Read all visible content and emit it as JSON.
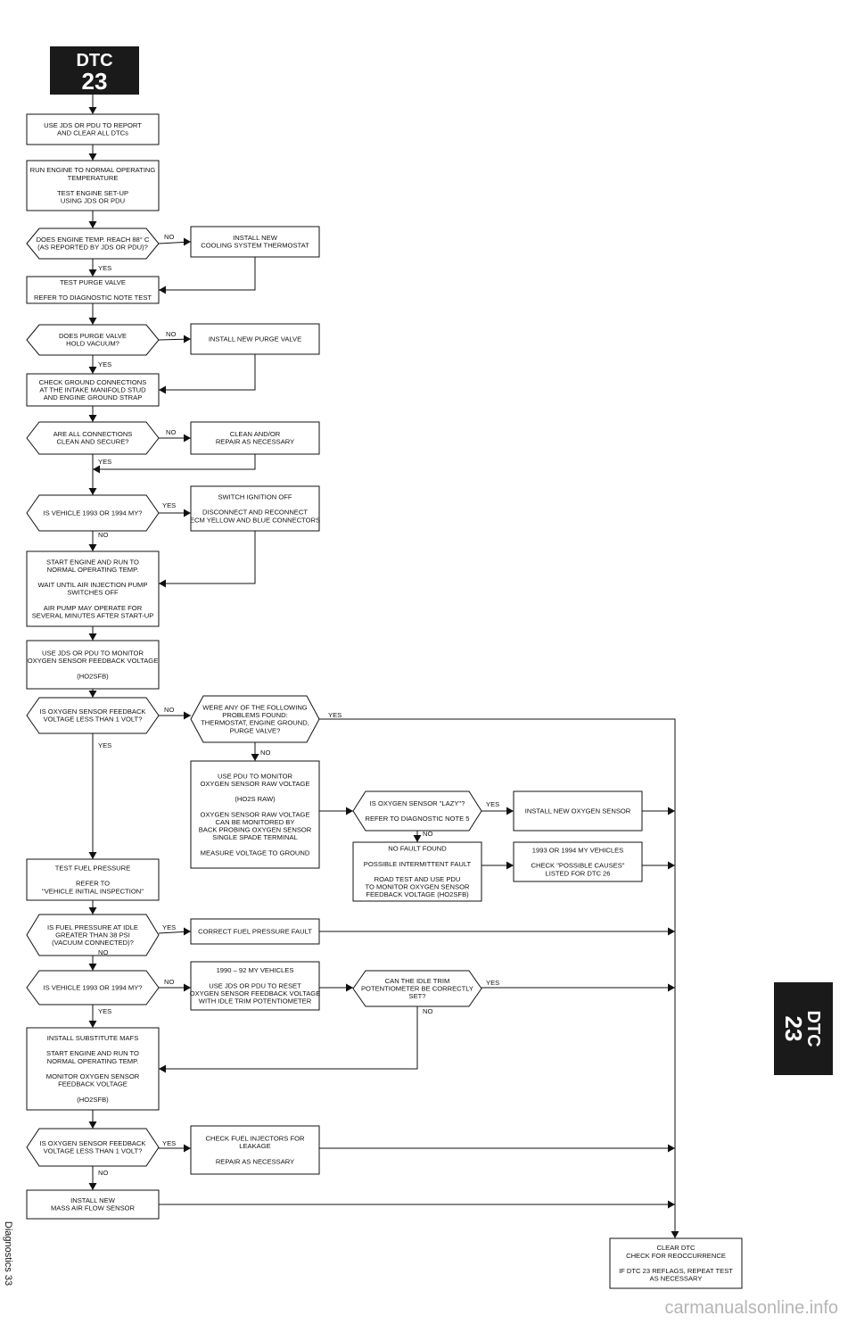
{
  "badge": {
    "line1": "DTC",
    "line2": "23"
  },
  "side_badge": {
    "line1": "DTC",
    "line2": "23"
  },
  "footer": {
    "text": "Diagnostics 33"
  },
  "watermark": "carmanualsonline.info",
  "labels": {
    "yes": "YES",
    "no": "NO"
  },
  "nodes": [
    {
      "id": "n1",
      "shape": "box",
      "lines": [
        "USE JDS OR PDU TO REPORT",
        "AND CLEAR ALL DTCs"
      ]
    },
    {
      "id": "n2",
      "shape": "box",
      "lines": [
        "RUN ENGINE TO NORMAL OPERATING",
        "TEMPERATURE",
        "",
        "TEST ENGINE SET-UP",
        "USING JDS OR PDU"
      ]
    },
    {
      "id": "d1",
      "shape": "decision",
      "lines": [
        "DOES ENGINE TEMP. REACH 88° C",
        "(AS REPORTED BY JDS OR PDU)?"
      ]
    },
    {
      "id": "r1",
      "shape": "box",
      "lines": [
        "INSTALL NEW",
        "COOLING SYSTEM THERMOSTAT"
      ]
    },
    {
      "id": "n3",
      "shape": "box",
      "lines": [
        "TEST PURGE VALVE",
        "",
        "REFER TO DIAGNOSTIC NOTE TEST"
      ]
    },
    {
      "id": "d2",
      "shape": "decision",
      "lines": [
        "DOES PURGE VALVE",
        "HOLD VACUUM?"
      ]
    },
    {
      "id": "r2",
      "shape": "box",
      "lines": [
        "INSTALL NEW PURGE VALVE"
      ]
    },
    {
      "id": "n4",
      "shape": "box",
      "lines": [
        "CHECK GROUND CONNECTIONS",
        "AT THE INTAKE MANIFOLD STUD",
        "AND ENGINE GROUND STRAP"
      ]
    },
    {
      "id": "d3",
      "shape": "decision",
      "lines": [
        "ARE ALL CONNECTIONS",
        "CLEAN AND SECURE?"
      ]
    },
    {
      "id": "r3",
      "shape": "box",
      "lines": [
        "CLEAN AND/OR",
        "REPAIR AS NECESSARY"
      ]
    },
    {
      "id": "d4",
      "shape": "decision",
      "lines": [
        "IS VEHICLE 1993 OR 1994 MY?"
      ]
    },
    {
      "id": "r4",
      "shape": "box",
      "lines": [
        "SWITCH IGNITION OFF",
        "",
        "DISCONNECT AND RECONNECT",
        "ECM YELLOW AND BLUE CONNECTORS"
      ]
    },
    {
      "id": "n5",
      "shape": "box",
      "lines": [
        "START ENGINE AND RUN TO",
        "NORMAL OPERATING TEMP.",
        "",
        "WAIT UNTIL AIR INJECTION PUMP",
        "SWITCHES OFF",
        "",
        "AIR PUMP MAY OPERATE FOR",
        "SEVERAL MINUTES AFTER START-UP"
      ]
    },
    {
      "id": "n6",
      "shape": "box",
      "lines": [
        "USE JDS OR PDU TO MONITOR",
        "OXYGEN SENSOR FEEDBACK VOLTAGE",
        "",
        "(HO2SFB)"
      ]
    },
    {
      "id": "d5",
      "shape": "decision",
      "lines": [
        "IS OXYGEN SENSOR FEEDBACK",
        "VOLTAGE LESS THAN 1 VOLT?"
      ]
    },
    {
      "id": "d6",
      "shape": "decision",
      "lines": [
        "WERE ANY OF THE FOLLOWING",
        "PROBLEMS FOUND:",
        "THERMOSTAT, ENGINE GROUND,",
        "PURGE VALVE?"
      ]
    },
    {
      "id": "n7",
      "shape": "box",
      "lines": [
        "USE PDU TO MONITOR",
        "OXYGEN SENSOR RAW VOLTAGE",
        "",
        "(HO2S RAW)",
        "",
        "OXYGEN SENSOR RAW VOLTAGE",
        "CAN BE MONITORED BY",
        "BACK PROBING OXYGEN SENSOR",
        "SINGLE SPADE TERMINAL",
        "",
        "MEASURE VOLTAGE TO GROUND"
      ]
    },
    {
      "id": "d7",
      "shape": "decision",
      "lines": [
        "IS OXYGEN SENSOR \"LAZY\"?",
        "",
        "REFER TO DIAGNOSTIC NOTE 5"
      ]
    },
    {
      "id": "r7",
      "shape": "box",
      "lines": [
        "INSTALL NEW OXYGEN SENSOR"
      ]
    },
    {
      "id": "n8",
      "shape": "box",
      "lines": [
        "NO FAULT FOUND",
        "",
        "POSSIBLE INTERMITTENT FAULT",
        "",
        "ROAD TEST AND USE PDU",
        "TO MONITOR OXYGEN SENSOR",
        "FEEDBACK VOLTAGE (HO2SFB)"
      ]
    },
    {
      "id": "r8",
      "shape": "box",
      "lines": [
        "1993 OR 1994 MY VEHICLES",
        "",
        "CHECK \"POSSIBLE CAUSES\"",
        "LISTED FOR DTC 26"
      ]
    },
    {
      "id": "n9",
      "shape": "box",
      "lines": [
        "TEST FUEL PRESSURE",
        "",
        "REFER TO",
        "\"VEHICLE INITIAL INSPECTION\""
      ]
    },
    {
      "id": "d8",
      "shape": "decision",
      "lines": [
        "IS FUEL PRESSURE AT IDLE",
        "GREATER THAN 38 PSI",
        "(VACUUM CONNECTED)?"
      ]
    },
    {
      "id": "r9",
      "shape": "box",
      "lines": [
        "CORRECT FUEL PRESSURE FAULT"
      ]
    },
    {
      "id": "d9",
      "shape": "decision",
      "lines": [
        "IS VEHICLE 1993 OR 1994 MY?"
      ]
    },
    {
      "id": "n10",
      "shape": "box",
      "lines": [
        "1990 – 92 MY VEHICLES",
        "",
        "USE JDS OR PDU TO RESET",
        "OXYGEN SENSOR FEEDBACK VOLTAGE",
        "WITH IDLE TRIM POTENTIOMETER"
      ]
    },
    {
      "id": "d10",
      "shape": "decision",
      "lines": [
        "CAN THE IDLE TRIM",
        "POTENTIOMETER BE CORRECTLY",
        "SET?"
      ]
    },
    {
      "id": "n11",
      "shape": "box",
      "lines": [
        "INSTALL SUBSTITUTE MAFS",
        "",
        "START ENGINE AND RUN TO",
        "NORMAL OPERATING TEMP.",
        "",
        "MONITOR OXYGEN SENSOR",
        "FEEDBACK VOLTAGE",
        "",
        "(HO2SFB)"
      ]
    },
    {
      "id": "d11",
      "shape": "decision",
      "lines": [
        "IS OXYGEN SENSOR FEEDBACK",
        "VOLTAGE LESS THAN 1 VOLT?"
      ]
    },
    {
      "id": "r11",
      "shape": "box",
      "lines": [
        "CHECK FUEL INJECTORS FOR",
        "LEAKAGE",
        "",
        "REPAIR AS NECESSARY"
      ]
    },
    {
      "id": "n12",
      "shape": "box",
      "lines": [
        "INSTALL NEW",
        "MASS AIR FLOW SENSOR"
      ]
    },
    {
      "id": "n13",
      "shape": "box",
      "lines": [
        "CLEAR DTC",
        "CHECK FOR REOCCURRENCE",
        "",
        "IF DTC 23 REFLAGS, REPEAT TEST",
        "AS NECESSARY"
      ]
    }
  ],
  "edges": [
    {
      "from": "n1",
      "to": "n2",
      "label": ""
    },
    {
      "from": "n2",
      "to": "d1",
      "label": ""
    },
    {
      "from": "d1",
      "to": "r1",
      "label": "NO"
    },
    {
      "from": "d1",
      "to": "n3",
      "label": "YES"
    },
    {
      "from": "r1",
      "to": "n3",
      "label": ""
    },
    {
      "from": "n3",
      "to": "d2",
      "label": ""
    },
    {
      "from": "d2",
      "to": "r2",
      "label": "NO"
    },
    {
      "from": "d2",
      "to": "n4",
      "label": "YES"
    },
    {
      "from": "r2",
      "to": "n4",
      "label": ""
    },
    {
      "from": "n4",
      "to": "d3",
      "label": ""
    },
    {
      "from": "d3",
      "to": "r3",
      "label": "NO"
    },
    {
      "from": "d3",
      "to": "d4",
      "label": "YES"
    },
    {
      "from": "r3",
      "to": "d4",
      "label": ""
    },
    {
      "from": "d4",
      "to": "r4",
      "label": "YES"
    },
    {
      "from": "d4",
      "to": "n5",
      "label": "NO"
    },
    {
      "from": "r4",
      "to": "n5",
      "label": ""
    },
    {
      "from": "n5",
      "to": "n6",
      "label": ""
    },
    {
      "from": "n6",
      "to": "d5",
      "label": ""
    },
    {
      "from": "d5",
      "to": "d6",
      "label": "NO"
    },
    {
      "from": "d5",
      "to": "n9",
      "label": "YES"
    },
    {
      "from": "d6",
      "to": "n13",
      "label": "YES"
    },
    {
      "from": "d6",
      "to": "n7",
      "label": "NO"
    },
    {
      "from": "n7",
      "to": "d7",
      "label": ""
    },
    {
      "from": "d7",
      "to": "r7",
      "label": "YES"
    },
    {
      "from": "d7",
      "to": "n8",
      "label": "NO"
    },
    {
      "from": "n8",
      "to": "r8",
      "label": ""
    },
    {
      "from": "r7",
      "to": "n13",
      "label": ""
    },
    {
      "from": "r8",
      "to": "n13",
      "label": ""
    },
    {
      "from": "n9",
      "to": "d8",
      "label": ""
    },
    {
      "from": "d8",
      "to": "r9",
      "label": "YES"
    },
    {
      "from": "d8",
      "to": "d9",
      "label": "NO"
    },
    {
      "from": "r9",
      "to": "n13",
      "label": ""
    },
    {
      "from": "d9",
      "to": "n10",
      "label": "NO"
    },
    {
      "from": "d9",
      "to": "n11",
      "label": "YES"
    },
    {
      "from": "n10",
      "to": "d10",
      "label": ""
    },
    {
      "from": "d10",
      "to": "n13",
      "label": "YES"
    },
    {
      "from": "d10",
      "to": "n11",
      "label": "NO"
    },
    {
      "from": "n11",
      "to": "d11",
      "label": ""
    },
    {
      "from": "d11",
      "to": "r11",
      "label": "YES"
    },
    {
      "from": "d11",
      "to": "n12",
      "label": "NO"
    },
    {
      "from": "r11",
      "to": "n13",
      "label": ""
    },
    {
      "from": "n12",
      "to": "n13",
      "label": ""
    }
  ]
}
